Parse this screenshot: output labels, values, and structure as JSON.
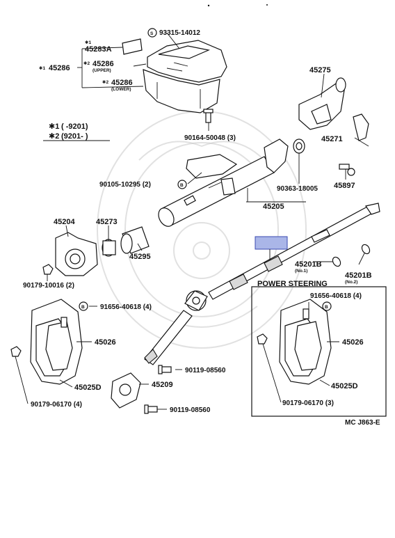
{
  "colors": {
    "highlight": "#aab6e8",
    "ink": "#111111"
  },
  "parts": {
    "p93315": "93315-14012",
    "p45283a": "45283A",
    "p45283a_mark": "✱1",
    "p45286_main": "45286",
    "p45286_main_mark": "✱1",
    "p45286_upper": "45286",
    "p45286_upper_mark": "✱2",
    "p45286_upper_sub": "(UPPER)",
    "p45286_lower": "45286",
    "p45286_lower_mark": "✱2",
    "p45286_lower_sub": "(LOWER)",
    "p90164": "90164-50048 (3)",
    "p45275": "45275",
    "p45271": "45271",
    "p90105": "90105-10295 (2)",
    "p90363": "90363-18005",
    "p45897": "45897",
    "p45205": "45205",
    "p45204": "45204",
    "p45273": "45273",
    "p45295": "45295",
    "p90179_10016": "90179-10016 (2)",
    "p45201b_1": "45201B",
    "p45201b_1_sub": "(No.1)",
    "p45201b_2": "45201B",
    "p45201b_2_sub": "(No.2)",
    "p91656_left": "91656-40618 (4)",
    "p45026_left": "45026",
    "p45025d_left": "45025D",
    "p90179_06170_left": "90179-06170 (4)",
    "p90119_a": "90119-08560",
    "p45209": "45209",
    "p90119_b": "90119-08560",
    "p91656_right": "91656-40618 (4)",
    "p45026_right": "45026",
    "p45025d_right": "45025D",
    "p90179_06170_right": "90179-06170 (3)"
  },
  "legend": {
    "mark1": "✱1",
    "range1": "(      -9201)",
    "mark2": "✱2",
    "range2": "(9201-         )"
  },
  "badges": {
    "s": "S",
    "b": "B"
  },
  "power_steering_title": "POWER STEERING",
  "diagram_code": "MC J863-E"
}
